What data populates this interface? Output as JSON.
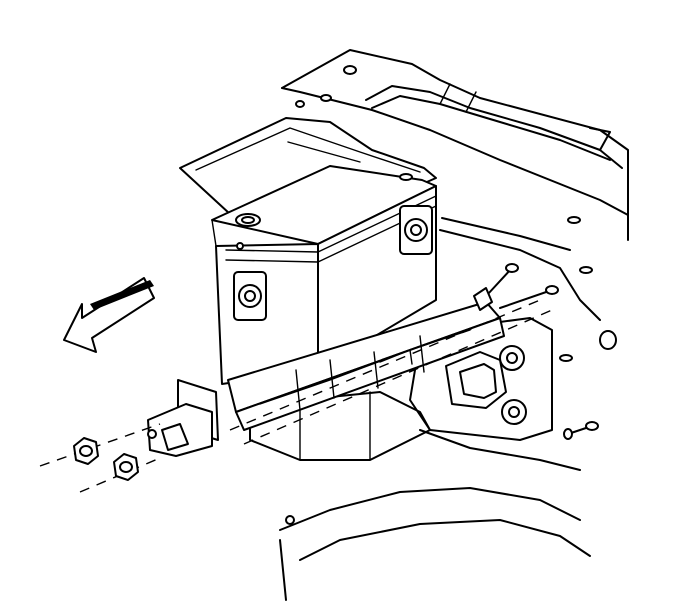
{
  "figure": {
    "type": "technical-line-drawing",
    "parts": [
      "engine-compartment-panel",
      "battery-tray",
      "battery",
      "terminal-cap-left",
      "terminal-cap-right",
      "battery-hold-down-bracket",
      "hold-down-bolt-upper",
      "hold-down-bolt-lower",
      "tray-support-bracket",
      "bracket-bolt",
      "nut-left",
      "nut-right",
      "removal-direction-arrow",
      "wheel-well-outline"
    ],
    "arrow_direction": "left-down",
    "colors": {
      "line": "#000000",
      "fill": "#ffffff"
    }
  }
}
